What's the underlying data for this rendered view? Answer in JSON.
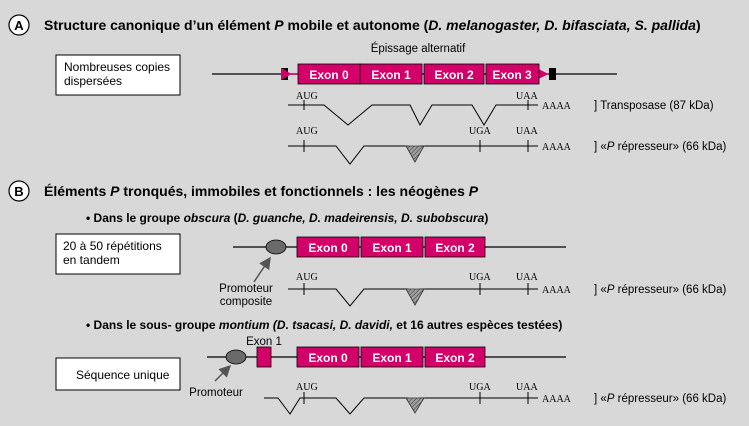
{
  "section_a": {
    "letter": "A",
    "title_part1": "Structure canonique d’un élément ",
    "title_p": "P",
    "title_part2": " mobile et autonome (",
    "title_species": "D. melanogaster, D. bifasciata, S. pallida",
    "title_part3": ")",
    "box_line1": "Nombreuses copies",
    "box_line2": "dispersées",
    "splice_label": "Épissage alternatif",
    "exons": [
      "Exon 0",
      "Exon 1",
      "Exon 2",
      "Exon 3"
    ],
    "transcript1": {
      "start": "AUG",
      "stop": "UAA",
      "polya": "AAAA",
      "product": "Transposase (87 kDa)"
    },
    "transcript2": {
      "start": "AUG",
      "stop1": "UGA",
      "stop2": "UAA",
      "polya": "AAAA",
      "product_pre": "«",
      "product_p": "P",
      "product_post": " répresseur» (66 kDa)"
    }
  },
  "section_b": {
    "letter": "B",
    "title_part1": "Éléments ",
    "title_p1": "P",
    "title_part2": " tronqués, immobiles et fonctionnels : les néogènes ",
    "title_p2": "P",
    "group1": {
      "bullet": "•",
      "pre": " Dans le groupe ",
      "group_name": "obscura",
      "open": " (",
      "species": "D. guanche, D. madeirensis, D. subobscura",
      "close": ")",
      "box_line1": "20 à 50 répétitions",
      "box_line2": "en tandem",
      "exons": [
        "Exon 0",
        "Exon 1",
        "Exon 2"
      ],
      "promoter_line1": "Promoteur",
      "promoter_line2": "composite",
      "transcript": {
        "start": "AUG",
        "stop1": "UGA",
        "stop2": "UAA",
        "polya": "AAAA",
        "product_pre": "«",
        "product_p": "P",
        "product_post": " répresseur» (66 kDa)"
      }
    },
    "group2": {
      "bullet": "•",
      "pre": " Dans le sous- groupe ",
      "group_name": "montium (D. tsacasi, D. davidi,",
      "post": " et 16 autres espèces testées)",
      "box_line1": "Séquence unique",
      "exon1_label": "Exon 1",
      "exons": [
        "Exon 0",
        "Exon 1",
        "Exon 2"
      ],
      "promoter": "Promoteur",
      "transcript": {
        "start": "AUG",
        "stop1": "UGA",
        "stop2": "UAA",
        "polya": "AAAA",
        "product_pre": "«",
        "product_p": "P",
        "product_post": " répresseur» (66 kDa)"
      }
    }
  },
  "colors": {
    "background": "#d8d8d8",
    "exon_fill": "#d4006a",
    "element_end": "#000000",
    "promoter_fill": "#6a6a6a"
  }
}
